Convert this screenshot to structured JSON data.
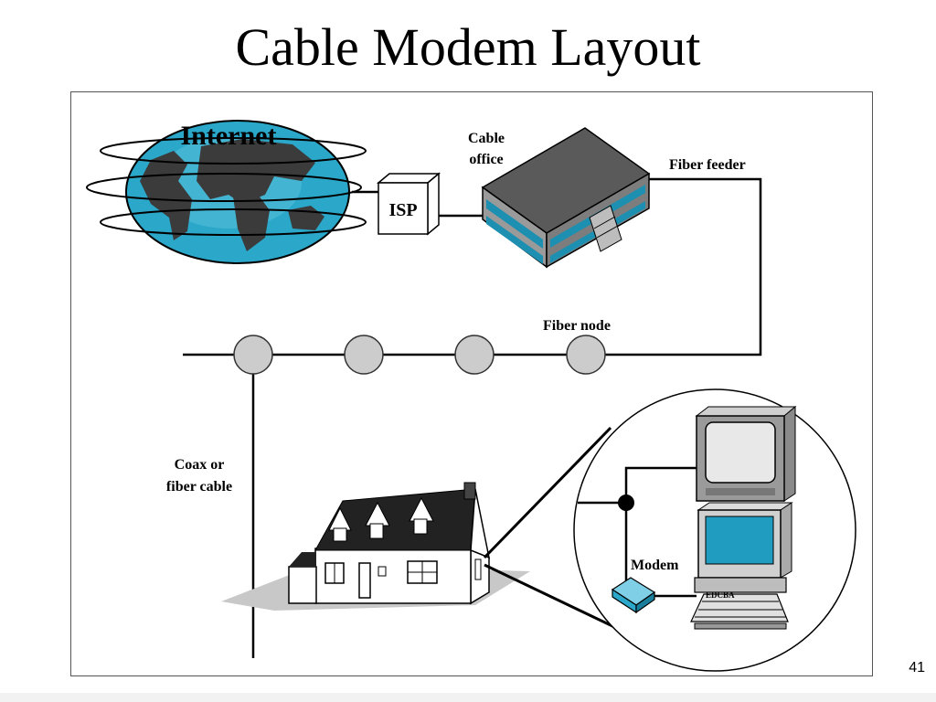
{
  "slide": {
    "title": "Cable Modem Layout",
    "page_number": "41"
  },
  "diagram": {
    "labels": {
      "internet": "Internet",
      "isp": "ISP",
      "cable_office_line1": "Cable",
      "cable_office_line2": "office",
      "fiber_feeder": "Fiber feeder",
      "fiber_node": "Fiber node",
      "coax_line1": "Coax or",
      "coax_line2": "fiber cable",
      "modem": "Modem",
      "keyboard_label": "EDCBA"
    },
    "colors": {
      "globe_ocean": "#2aa7c9",
      "globe_land": "#3b3b3b",
      "building_roof": "#5a5a5a",
      "building_windows": "#1d8fb0",
      "fiber_node_fill": "#cccccc",
      "monitor_screen": "#1f9cc0",
      "tv_screen": "#e8e8e8",
      "modem_body": "#2aa7c9",
      "shadow": "#c8c8c8",
      "roof": "#222222"
    },
    "icons": [
      "globe-icon",
      "building-icon",
      "house-icon",
      "tv-icon",
      "computer-icon",
      "modem-icon"
    ]
  }
}
